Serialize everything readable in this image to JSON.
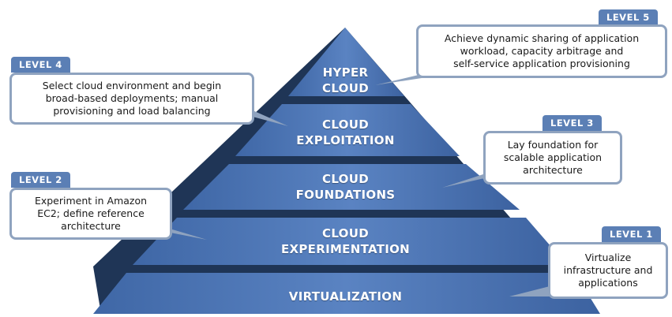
{
  "tiers": [
    {
      "lines": [
        "HYPER",
        "CLOUD"
      ]
    },
    {
      "lines": [
        "CLOUD",
        "EXPLOITATION"
      ]
    },
    {
      "lines": [
        "CLOUD",
        "FOUNDATIONS"
      ]
    },
    {
      "lines": [
        "CLOUD",
        "EXPERIMENTATION"
      ]
    },
    {
      "lines": [
        "VIRTUALIZATION"
      ]
    }
  ],
  "callouts": {
    "level5": {
      "tag": "LEVEL 5",
      "text": "Achieve dynamic sharing of application\nworkload, capacity arbitrage and\nself-service application provisioning"
    },
    "level4": {
      "tag": "LEVEL 4",
      "text": "Select cloud environment and begin\nbroad-based deployments; manual\nprovisioning and load balancing"
    },
    "level3": {
      "tag": "LEVEL 3",
      "text": "Lay foundation for\nscalable application\narchitecture"
    },
    "level2": {
      "tag": "LEVEL 2",
      "text": "Experiment in Amazon\nEC2; define reference\narchitecture"
    },
    "level1": {
      "tag": "LEVEL 1",
      "text": "Virtualize\ninfrastructure and\napplications"
    }
  },
  "colors": {
    "tier": "#4e77b6",
    "tier_light": "#6f94cc",
    "tier_edge": "#2d4f86",
    "gap": "#1f3556",
    "callout_border": "#8fa3bf",
    "tag": "#5b7fb5"
  }
}
